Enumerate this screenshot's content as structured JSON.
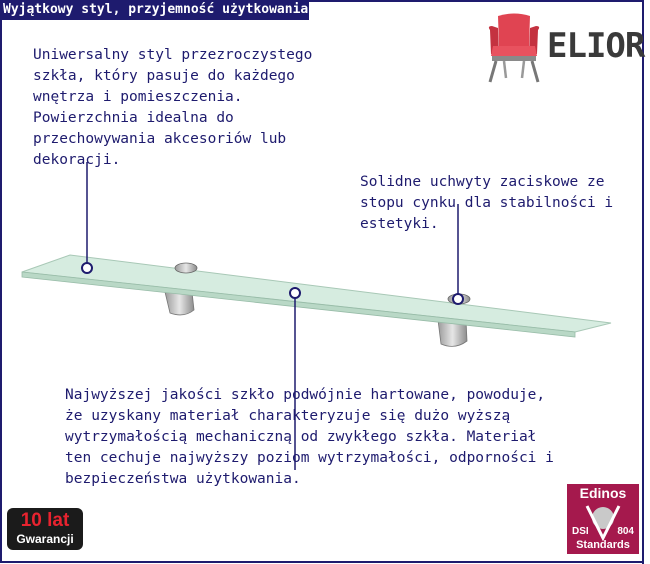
{
  "banner": {
    "text": "Wyjątkowy styl, przyjemność użytkowania!"
  },
  "logo": {
    "brand": "ELIOR",
    "icon": "armchair-icon"
  },
  "captions": {
    "glass": [
      "Uniwersalny styl przezroczystego",
      "szkła, który pasuje do każdego",
      "wnętrza i pomieszczenia.",
      "Powierzchnia idealna do",
      "przechowywania akcesoriów lub",
      "dekoracji."
    ],
    "clamps": [
      "Solidne uchwyty zaciskowe ze",
      "stopu cynku dla stabilności i",
      "estetyki."
    ],
    "quality": [
      "Najwyższej jakości szkło podwójnie hartowane, powoduje,",
      "że uzyskany materiał charakteryzuje się dużo wyższą",
      "wytrzymałością mechaniczną od zwykłego szkła. Materiał",
      "ten cechuje najwyższy poziom wytrzymałości, odporności i",
      "bezpieczeństwa użytkowania."
    ]
  },
  "warranty": {
    "years": "10 lat",
    "label": "Gwarancji"
  },
  "certification": {
    "brand": "Edinos",
    "standard_prefix": "DSI",
    "standard_number": "804",
    "standard_name": "Standards",
    "icon": "check-circle-icon"
  },
  "colors": {
    "navy": "#1e1b6e",
    "glass": "#d6ece0",
    "glass_edge": "#a8c8b6",
    "edinos": "#a5194d",
    "chair": "#e04452"
  }
}
